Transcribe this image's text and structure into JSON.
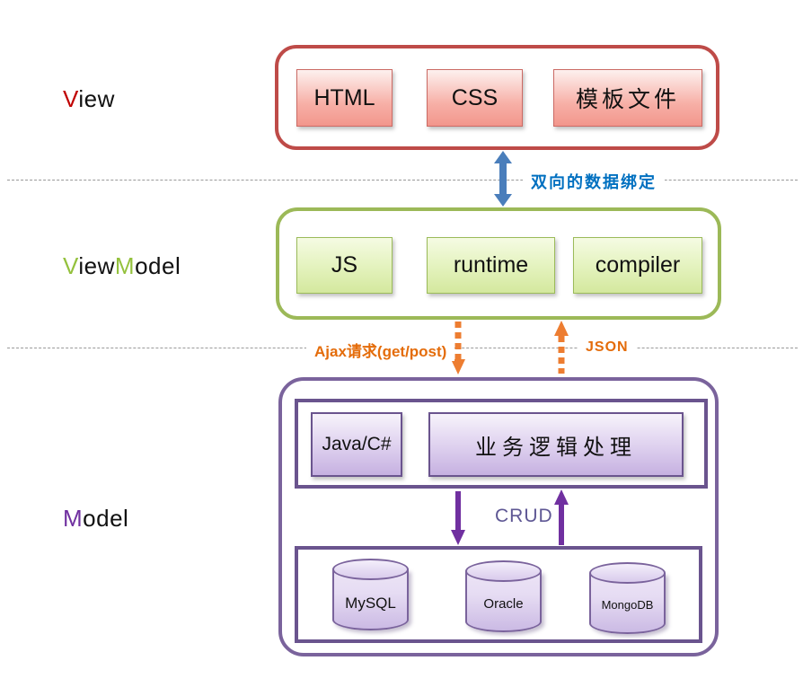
{
  "labels": {
    "view": {
      "head": "V",
      "tail": "iew"
    },
    "viewmodel": {
      "head1": "V",
      "tail1": "iew",
      "head2": "M",
      "tail2": "odel"
    },
    "model": {
      "head": "M",
      "tail": "odel"
    }
  },
  "view_layer": {
    "boxes": [
      "HTML",
      "CSS",
      "模板文件"
    ]
  },
  "viewmodel_layer": {
    "boxes": [
      "JS",
      "runtime",
      "compiler"
    ]
  },
  "model_layer": {
    "logic_boxes": [
      "Java/C#",
      "业务逻辑处理"
    ],
    "crud_label": "CRUD",
    "databases": [
      "MySQL",
      "Oracle",
      "MongoDB"
    ]
  },
  "connectors": {
    "binding_label": "双向的数据绑定",
    "ajax_label": "Ajax请求(get/post)",
    "json_label": "JSON"
  },
  "colors": {
    "view_accent": "#be4b48",
    "viewmodel_accent": "#9cb958",
    "model_accent": "#7a639c",
    "inner_purple": "#6a548e",
    "binding_text_blue": "#0070c0",
    "binding_arrow_blue": "#4a7ebb",
    "ajax_orange": "#e46c0a",
    "arrow_orange": "#ed7d31",
    "crud_arrow_purple": "#7030a0",
    "crud_text_purple": "#5e5794",
    "label_red": "#c00000",
    "label_green": "#94c13d",
    "label_purple": "#7030a0"
  }
}
